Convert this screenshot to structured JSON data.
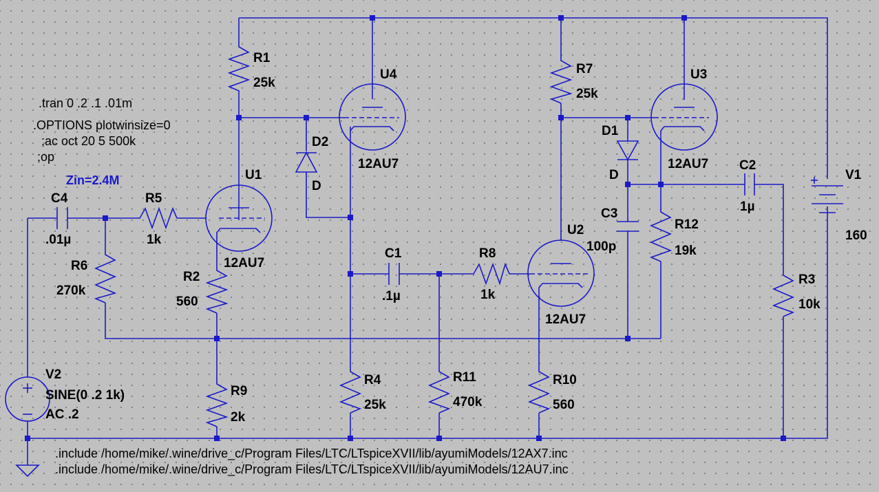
{
  "directives": {
    "tran": ".tran 0 .2 .1 .01m",
    "options": ".OPTIONS plotwinsize=0",
    "ac": ";ac oct 20 5 500k",
    "op": ";op",
    "include1": ".include /home/mike/.wine/drive_c/Program Files/LTC/LTspiceXVII/lib/ayumiModels/12AX7.inc",
    "include2": ".include /home/mike/.wine/drive_c/Program Files/LTC/LTspiceXVII/lib/ayumiModels/12AU7.inc"
  },
  "comment": "Zin=2.4M",
  "components": {
    "R1": {
      "name": "R1",
      "value": "25k"
    },
    "R2": {
      "name": "R2",
      "value": "560"
    },
    "R3": {
      "name": "R3",
      "value": "10k"
    },
    "R4": {
      "name": "R4",
      "value": "25k"
    },
    "R5": {
      "name": "R5",
      "value": "1k"
    },
    "R6": {
      "name": "R6",
      "value": "270k"
    },
    "R7": {
      "name": "R7",
      "value": "25k"
    },
    "R8": {
      "name": "R8",
      "value": "1k"
    },
    "R9": {
      "name": "R9",
      "value": "2k"
    },
    "R10": {
      "name": "R10",
      "value": "560"
    },
    "R11": {
      "name": "R11",
      "value": "470k"
    },
    "R12": {
      "name": "R12",
      "value": "19k"
    },
    "C1": {
      "name": "C1",
      "value": ".1µ"
    },
    "C2": {
      "name": "C2",
      "value": "1µ"
    },
    "C3": {
      "name": "C3",
      "value": "100p"
    },
    "C4": {
      "name": "C4",
      "value": ".01µ"
    },
    "D1": {
      "name": "D1",
      "value": "D"
    },
    "D2": {
      "name": "D2",
      "value": "D"
    },
    "U1": {
      "name": "U1",
      "value": "12AU7"
    },
    "U2": {
      "name": "U2",
      "value": "12AU7"
    },
    "U3": {
      "name": "U3",
      "value": "12AU7"
    },
    "U4": {
      "name": "U4",
      "value": "12AU7"
    },
    "V1": {
      "name": "V1",
      "value": "160"
    },
    "V2": {
      "name": "V2",
      "value": "SINE(0 .2 1k)",
      "ac": "AC .2"
    }
  },
  "colors": {
    "wire": "#1a1ac8",
    "background": "#c0c0c0",
    "grid": "#6f6f6f",
    "text": "#000000"
  }
}
